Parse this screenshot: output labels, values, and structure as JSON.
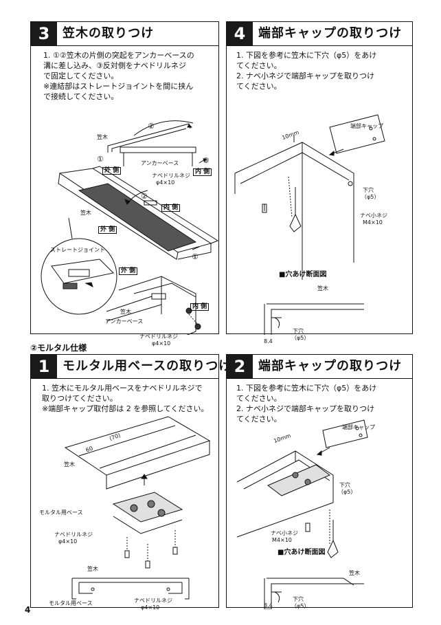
{
  "page_number": "4",
  "section_heading": "②モルタル仕様",
  "panels": {
    "p3": {
      "number": "3",
      "title": "笠木の取りつけ",
      "instructions": "1. ①②笠木の片側の突起をアンカーベースの\n 溝に差し込み、③反対側をナベドリルネジ\n で固定してください。\n※連結部はストレートジョイントを間に挟ん\n で接続してください。",
      "labels": {
        "kasagi1": "笠木",
        "soto1": "外 側",
        "anchor1": "アンカーベース",
        "nabe1": "ナベドリルネジ",
        "phi1": "φ4×10",
        "uchi1": "内 側",
        "kasagi2": "笠木",
        "soto2": "外 側",
        "uchi2": "内 側",
        "straight": "ストレートジョイント",
        "soto3": "外 側",
        "uchi3": "内 側",
        "kasagi3": "笠木",
        "anchor3": "アンカーベース",
        "nabe3": "ナベドリルネジ",
        "phi3": "φ4×10",
        "c1": "①",
        "c2": "②",
        "c3": "③"
      }
    },
    "p4": {
      "number": "4",
      "title": "端部キャップの取りつけ",
      "instructions": "1. 下図を参考に笠木に下穴（φ5）をあけ\n てください。\n2. ナベ小ネジで端部キャップを取りつけ\n てください。",
      "labels": {
        "cap": "端部キャップ",
        "mm10": "10mm",
        "shita": "下穴",
        "shita_phi": "（φ5）",
        "nabe": "ナベ小ネジ",
        "m4": "M4×10",
        "section": "■穴あけ断面図",
        "kasagi": "笠木",
        "shita2": "下穴",
        "shita2_phi": "（φ5）",
        "dim": "8.4"
      }
    },
    "m1": {
      "number": "1",
      "title": "モルタル用ベースの取りつけ",
      "instructions": "1. 笠木にモルタル用ベースをナベドリルネジで\n 取りつけてください。\n※端部キャップ取付部は 2 を参照してください。",
      "labels": {
        "kasagi1": "笠木",
        "d60": "60",
        "d70": "(70)",
        "mortar1": "モルタル用ベース",
        "nabe1": "ナベドリルネジ",
        "phi1": "φ4×10",
        "kasagi2": "笠木",
        "mortar2": "モルタル用ベース",
        "nabe2": "ナベドリルネジ",
        "phi2": "φ4×10"
      }
    },
    "m2": {
      "number": "2",
      "title": "端部キャップの取りつけ",
      "instructions": "1. 下図を参考に笠木に下穴（φ5）をあけ\n てください。\n2. ナベ小ネジで端部キャップを取りつけ\n てください。",
      "labels": {
        "cap": "端部キャップ",
        "mm10": "10mm",
        "shita": "下穴",
        "shita_phi": "（φ5）",
        "nabe": "ナベ小ネジ",
        "m4": "M4×10",
        "section": "■穴あけ断面図",
        "kasagi": "笠木",
        "shita2": "下穴",
        "shita2_phi": "（φ5）",
        "dim": "8.4"
      }
    }
  }
}
